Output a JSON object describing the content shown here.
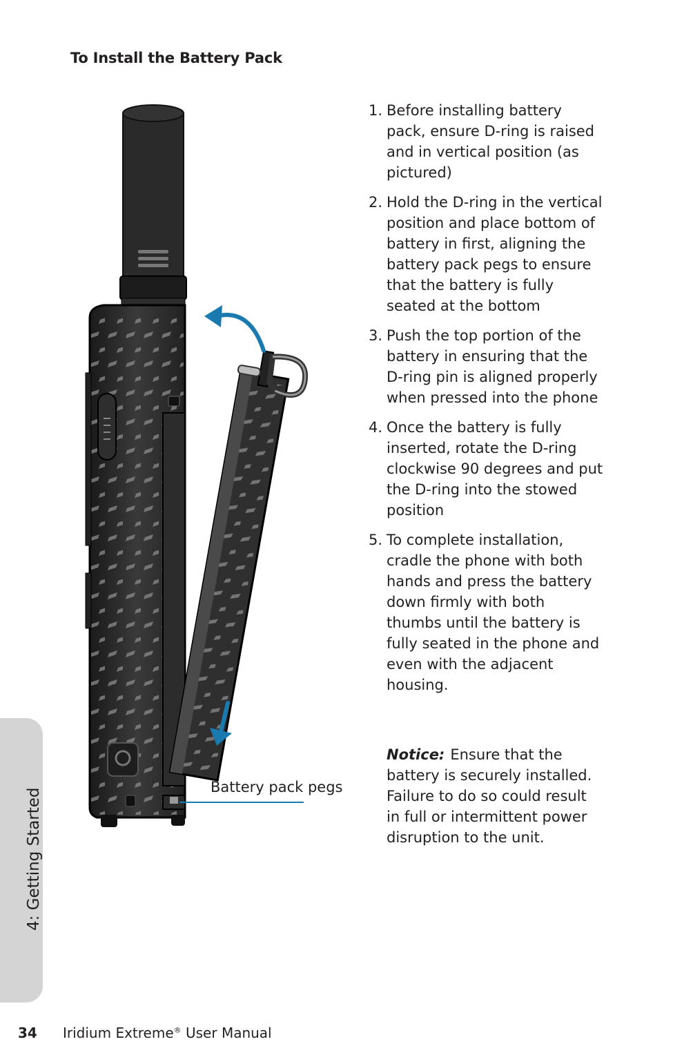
{
  "heading": "To Install the Battery Pack",
  "steps": [
    {
      "num": "1.",
      "text": "Before installing battery pack, ensure D-ring is raised and in vertical position (as pictured)"
    },
    {
      "num": "2.",
      "text": "Hold the D-ring in the vertical position and place bottom of battery in first, aligning the battery pack pegs to ensure that the battery is fully seated at the bottom"
    },
    {
      "num": "3.",
      "text": "Push the top portion of the battery in ensuring that the D-ring pin is aligned properly when pressed into the phone"
    },
    {
      "num": "4.",
      "text": "Once the battery is fully inserted, rotate the D-ring clockwise 90 degrees and put the D-ring into the stowed position"
    },
    {
      "num": "5.",
      "text": "To complete installation, cradle the phone with both hands and press the battery down firmly with both thumbs until the battery is fully seated in the phone and even with the adjacent housing."
    }
  ],
  "notice": {
    "label": "Notice:",
    "text": "Ensure that the battery is securely installed. Failure to do so could result in full or intermittent power disruption to the unit."
  },
  "illustration": {
    "callout_label": "Battery pack pegs",
    "arrow_color": "#1a7ab0"
  },
  "side_tab": {
    "text": "4: Getting Started"
  },
  "footer": {
    "page_number": "34",
    "title": "Iridium Extreme",
    "title_mark": "®",
    "title_suffix": " User Manual"
  }
}
